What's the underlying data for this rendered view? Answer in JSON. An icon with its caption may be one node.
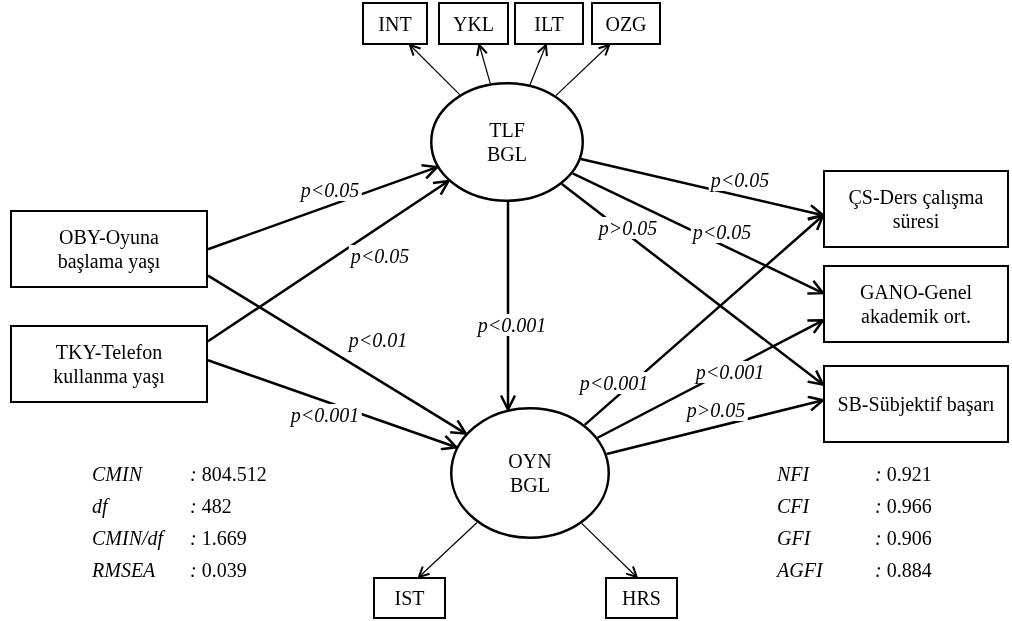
{
  "diagram": {
    "nodes": [
      {
        "text": [
          "INT"
        ]
      },
      {
        "text": [
          "YKL"
        ]
      },
      {
        "text": [
          "ILT"
        ]
      },
      {
        "text": [
          "OZG"
        ]
      },
      {
        "text": [
          "TLF BGL"
        ]
      },
      {
        "text": [
          "OBY-Oyuna başlama yaşı"
        ]
      },
      {
        "text": [
          "ÇS-Ders çalışma süresi"
        ]
      },
      {
        "text": [
          "GANO-Genel akademik ort."
        ]
      },
      {
        "text": [
          "TKY-Telefon kullanma yaşı"
        ]
      },
      {
        "text": [
          "SB-Sübjektif başarı"
        ]
      },
      {
        "text": [
          "OYN BGL"
        ]
      },
      {
        "text": [
          "IST"
        ]
      },
      {
        "text": [
          "HRS"
        ]
      }
    ],
    "edges": [
      {
        "from": 4,
        "to": 0,
        "arrow": "to"
      },
      {
        "from": 4,
        "to": 1,
        "arrow": "to"
      },
      {
        "from": 4,
        "to": 2,
        "arrow": "to"
      },
      {
        "from": 4,
        "to": 3,
        "arrow": "to"
      },
      {
        "from": 5,
        "to": 4,
        "arrow": "to",
        "label": "p<0.05"
      },
      {
        "from": 8,
        "to": 4,
        "arrow": "to",
        "label": "p<0.05"
      },
      {
        "from": 5,
        "to": 10,
        "arrow": "to",
        "label": "p<0.01"
      },
      {
        "from": 8,
        "to": 10,
        "arrow": "to",
        "label": "p<0.001"
      },
      {
        "from": 4,
        "to": 10,
        "arrow": "to",
        "label": "p<0.001"
      },
      {
        "from": 4,
        "to": 6,
        "arrow": "to",
        "label": "p<0.05"
      },
      {
        "from": 4,
        "to": 7,
        "arrow": "to",
        "label": "p<0.05"
      },
      {
        "from": 4,
        "to": 9,
        "arrow": "to",
        "label": "p>0.05"
      },
      {
        "from": 10,
        "to": 6,
        "arrow": "to",
        "label": "p<0.001"
      },
      {
        "from": 10,
        "to": 7,
        "arrow": "to",
        "label": "p<0.001"
      },
      {
        "from": 10,
        "to": 9,
        "arrow": "to",
        "label": "p>0.05"
      },
      {
        "from": 10,
        "to": 11,
        "arrow": "to"
      },
      {
        "from": 10,
        "to": 12,
        "arrow": "to"
      }
    ],
    "labels": [
      "CMIN",
      "*:* 804.512",
      "NFI",
      "*:* 0.921",
      "df",
      "*:* 482",
      "CFI",
      "*:* 0.966",
      "CMIN/df",
      "*:* 1.669",
      "GFI",
      "*:* 0.906",
      "RMSEA",
      "*:* 0.039",
      "AGFI",
      "*:* 0.884"
    ]
  }
}
